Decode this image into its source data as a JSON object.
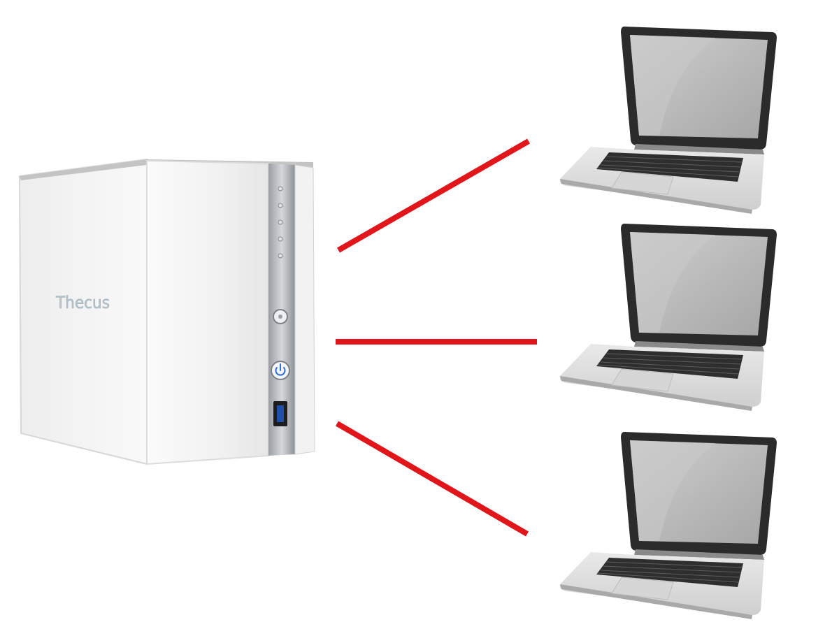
{
  "nas": {
    "brand_label": "Thecus",
    "indicator_leds": 5,
    "buttons": [
      "function-button",
      "power-button"
    ],
    "ports": [
      "usb-port"
    ]
  },
  "connections": {
    "color": "#e0161b",
    "count": 3
  },
  "laptops": {
    "count": 3,
    "screen_color": "#b9b9b9",
    "bezel_color": "#2b2b2b",
    "body_color": "#dcdcdc"
  },
  "colors": {
    "background": "#ffffff",
    "accent_blue": "#2f6fd6",
    "line_red": "#e0161b"
  }
}
